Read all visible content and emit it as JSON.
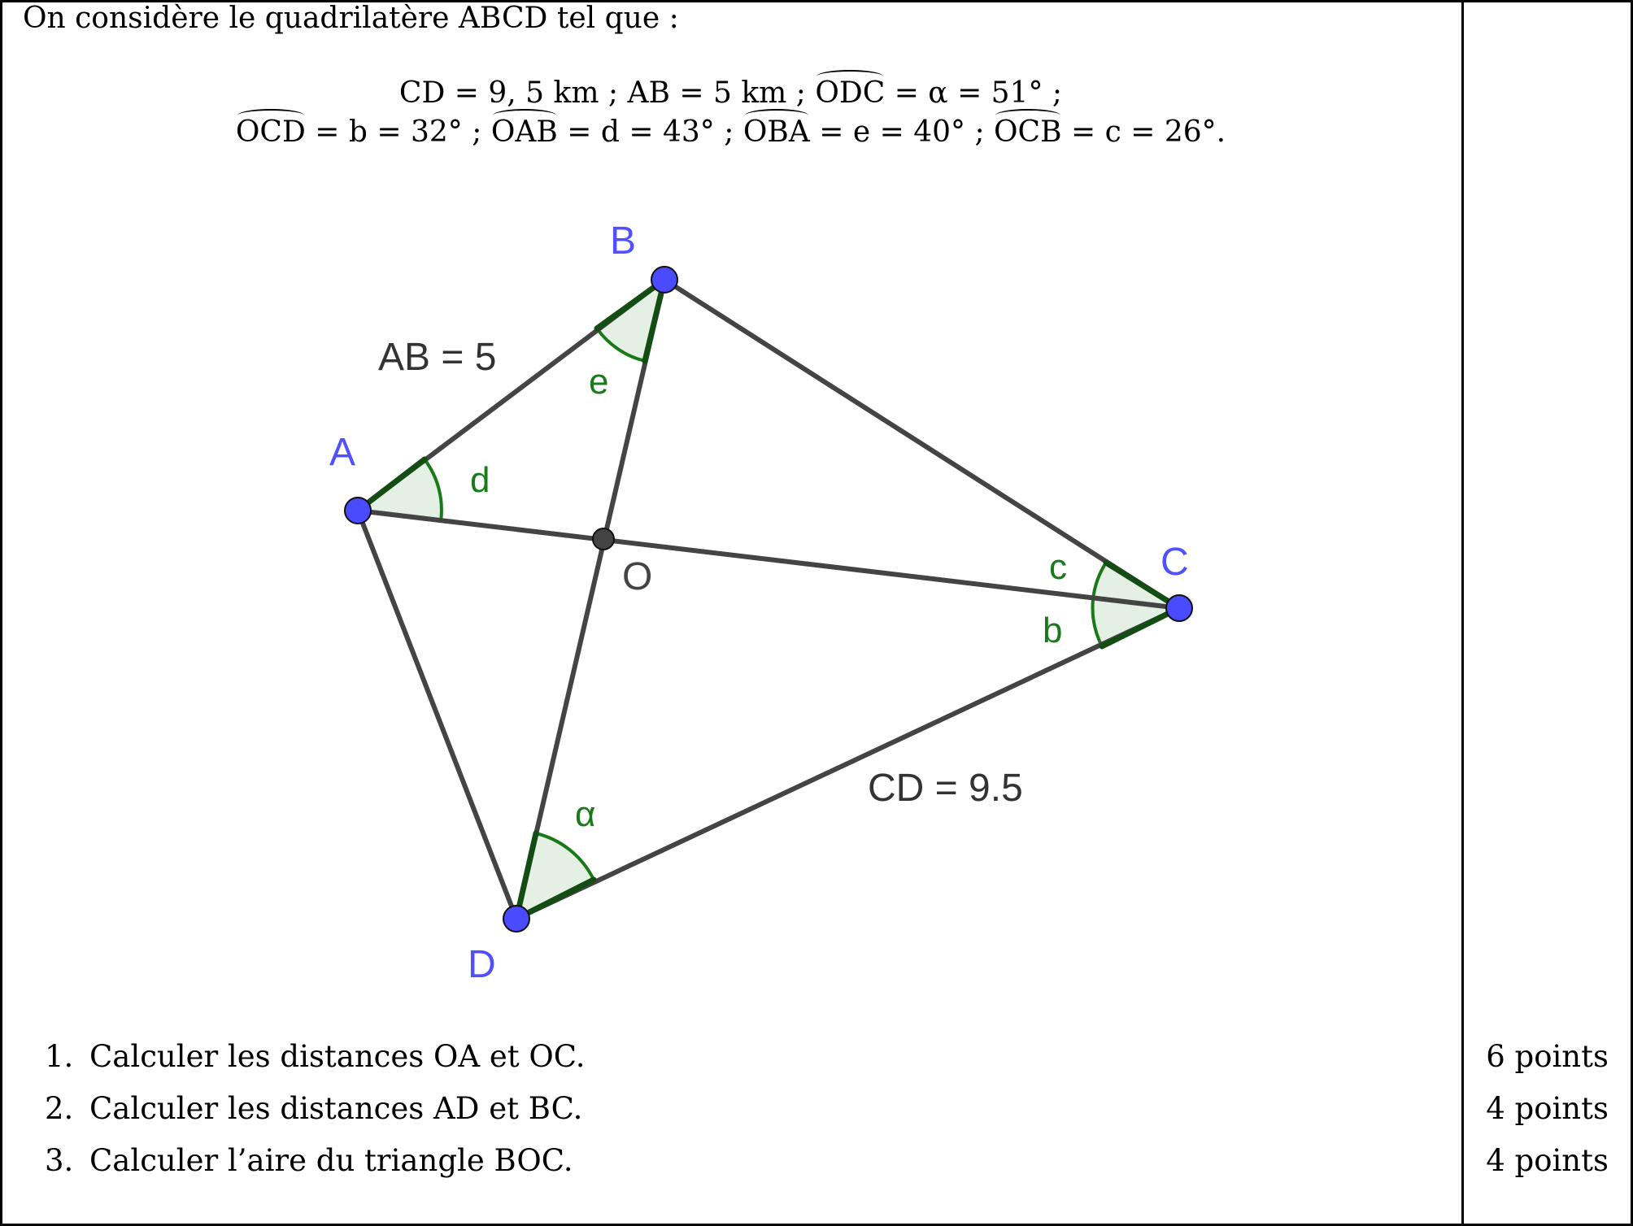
{
  "intro": "On considère le quadrilatère ABCD tel que :",
  "given": {
    "cd": "CD = 9, 5 km ;",
    "ab": "AB = 5 km ;",
    "odc_angle": "ODC",
    "odc_value": "= α = 51° ;",
    "ocd_angle": "OCD",
    "ocd_value": "= b = 32° ;",
    "oab_angle": "OAB",
    "oab_value": "= d = 43° ;",
    "oba_angle": "OBA",
    "oba_value": "= e = 40° ;",
    "ocb_angle": "OCB",
    "ocb_value": "= c = 26°."
  },
  "figure": {
    "point_labels": {
      "A": "A",
      "B": "B",
      "C": "C",
      "D": "D",
      "O": "O"
    },
    "angle_labels": {
      "d": "d",
      "e": "e",
      "c": "c",
      "b": "b",
      "alpha": "α"
    },
    "length_labels": {
      "ab": "AB = 5",
      "cd": "CD = 9.5"
    },
    "colors": {
      "point_fill": "#4a4aff",
      "point_label": "#5050ff",
      "segment": "#444444",
      "angle_stroke": "#1a7a1a",
      "angle_fill": "#e4f0e4",
      "angle_label": "#1a7a1a"
    }
  },
  "questions": [
    {
      "number": "1.",
      "text": "Calculer les distances OA et OC.",
      "points": "6 points"
    },
    {
      "number": "2.",
      "text": "Calculer les distances AD et BC.",
      "points": "4 points"
    },
    {
      "number": "3.",
      "text": "Calculer l’aire du triangle BOC.",
      "points": "4 points"
    }
  ]
}
